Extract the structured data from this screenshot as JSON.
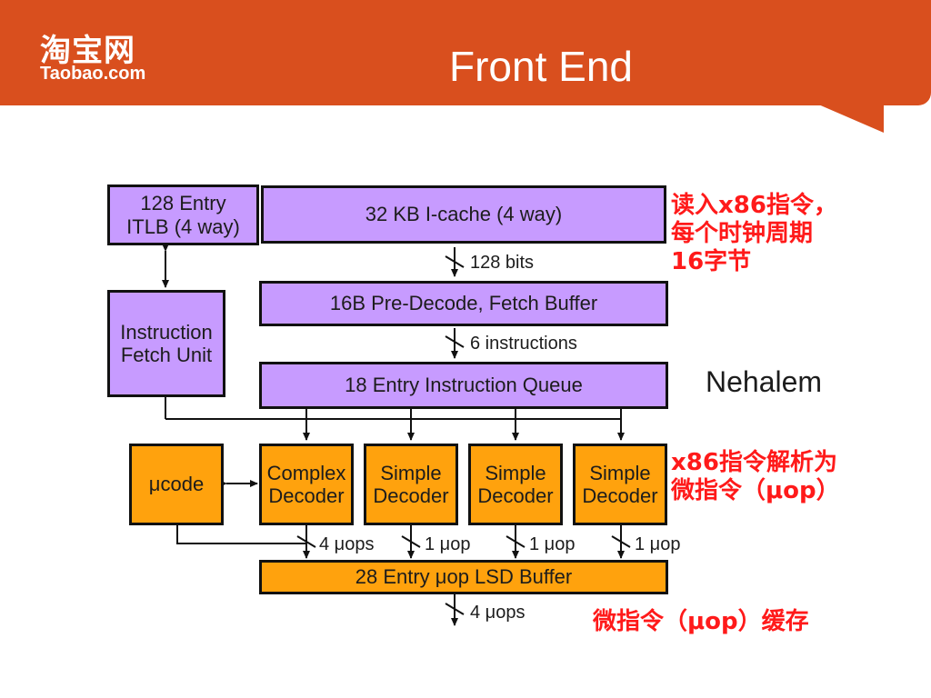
{
  "header": {
    "logo_cn": "淘宝网",
    "logo_en": "Taobao.com",
    "title": "Front End",
    "colors": {
      "header_bg": "#d94f1e",
      "title_text": "#ffffff"
    }
  },
  "diagram": {
    "colors": {
      "purple_block": "#c79bff",
      "orange_block": "#ffa20d",
      "note_red": "#ff1a1a"
    },
    "blocks": {
      "itlb": "128 Entry\nITLB (4 way)",
      "icache": "32 KB I-cache (4 way)",
      "predecode": "16B Pre-Decode, Fetch Buffer",
      "ifu": "Instruction\nFetch Unit",
      "iq": "18 Entry Instruction Queue",
      "ucode": "μcode",
      "complex_decoder": "Complex\nDecoder",
      "simple_decoder_1": "Simple\nDecoder",
      "simple_decoder_2": "Simple\nDecoder",
      "simple_decoder_3": "Simple\nDecoder",
      "lsd": "28 Entry μop LSD Buffer"
    },
    "labels": {
      "bits_128": "128 bits",
      "six_instructions": "6 instructions",
      "complex_uops": "4 μops",
      "simple1_uop": "1 μop",
      "simple2_uop": "1 μop",
      "simple3_uop": "1 μop",
      "output_uops": "4 μops"
    }
  },
  "annotations": {
    "note_fetch": "读入x86指令，\n每个时钟周期\n16字节",
    "architecture": "Nehalem",
    "note_decode": "x86指令解析为\n微指令（μop）",
    "note_cache": "微指令（μop）缓存"
  }
}
